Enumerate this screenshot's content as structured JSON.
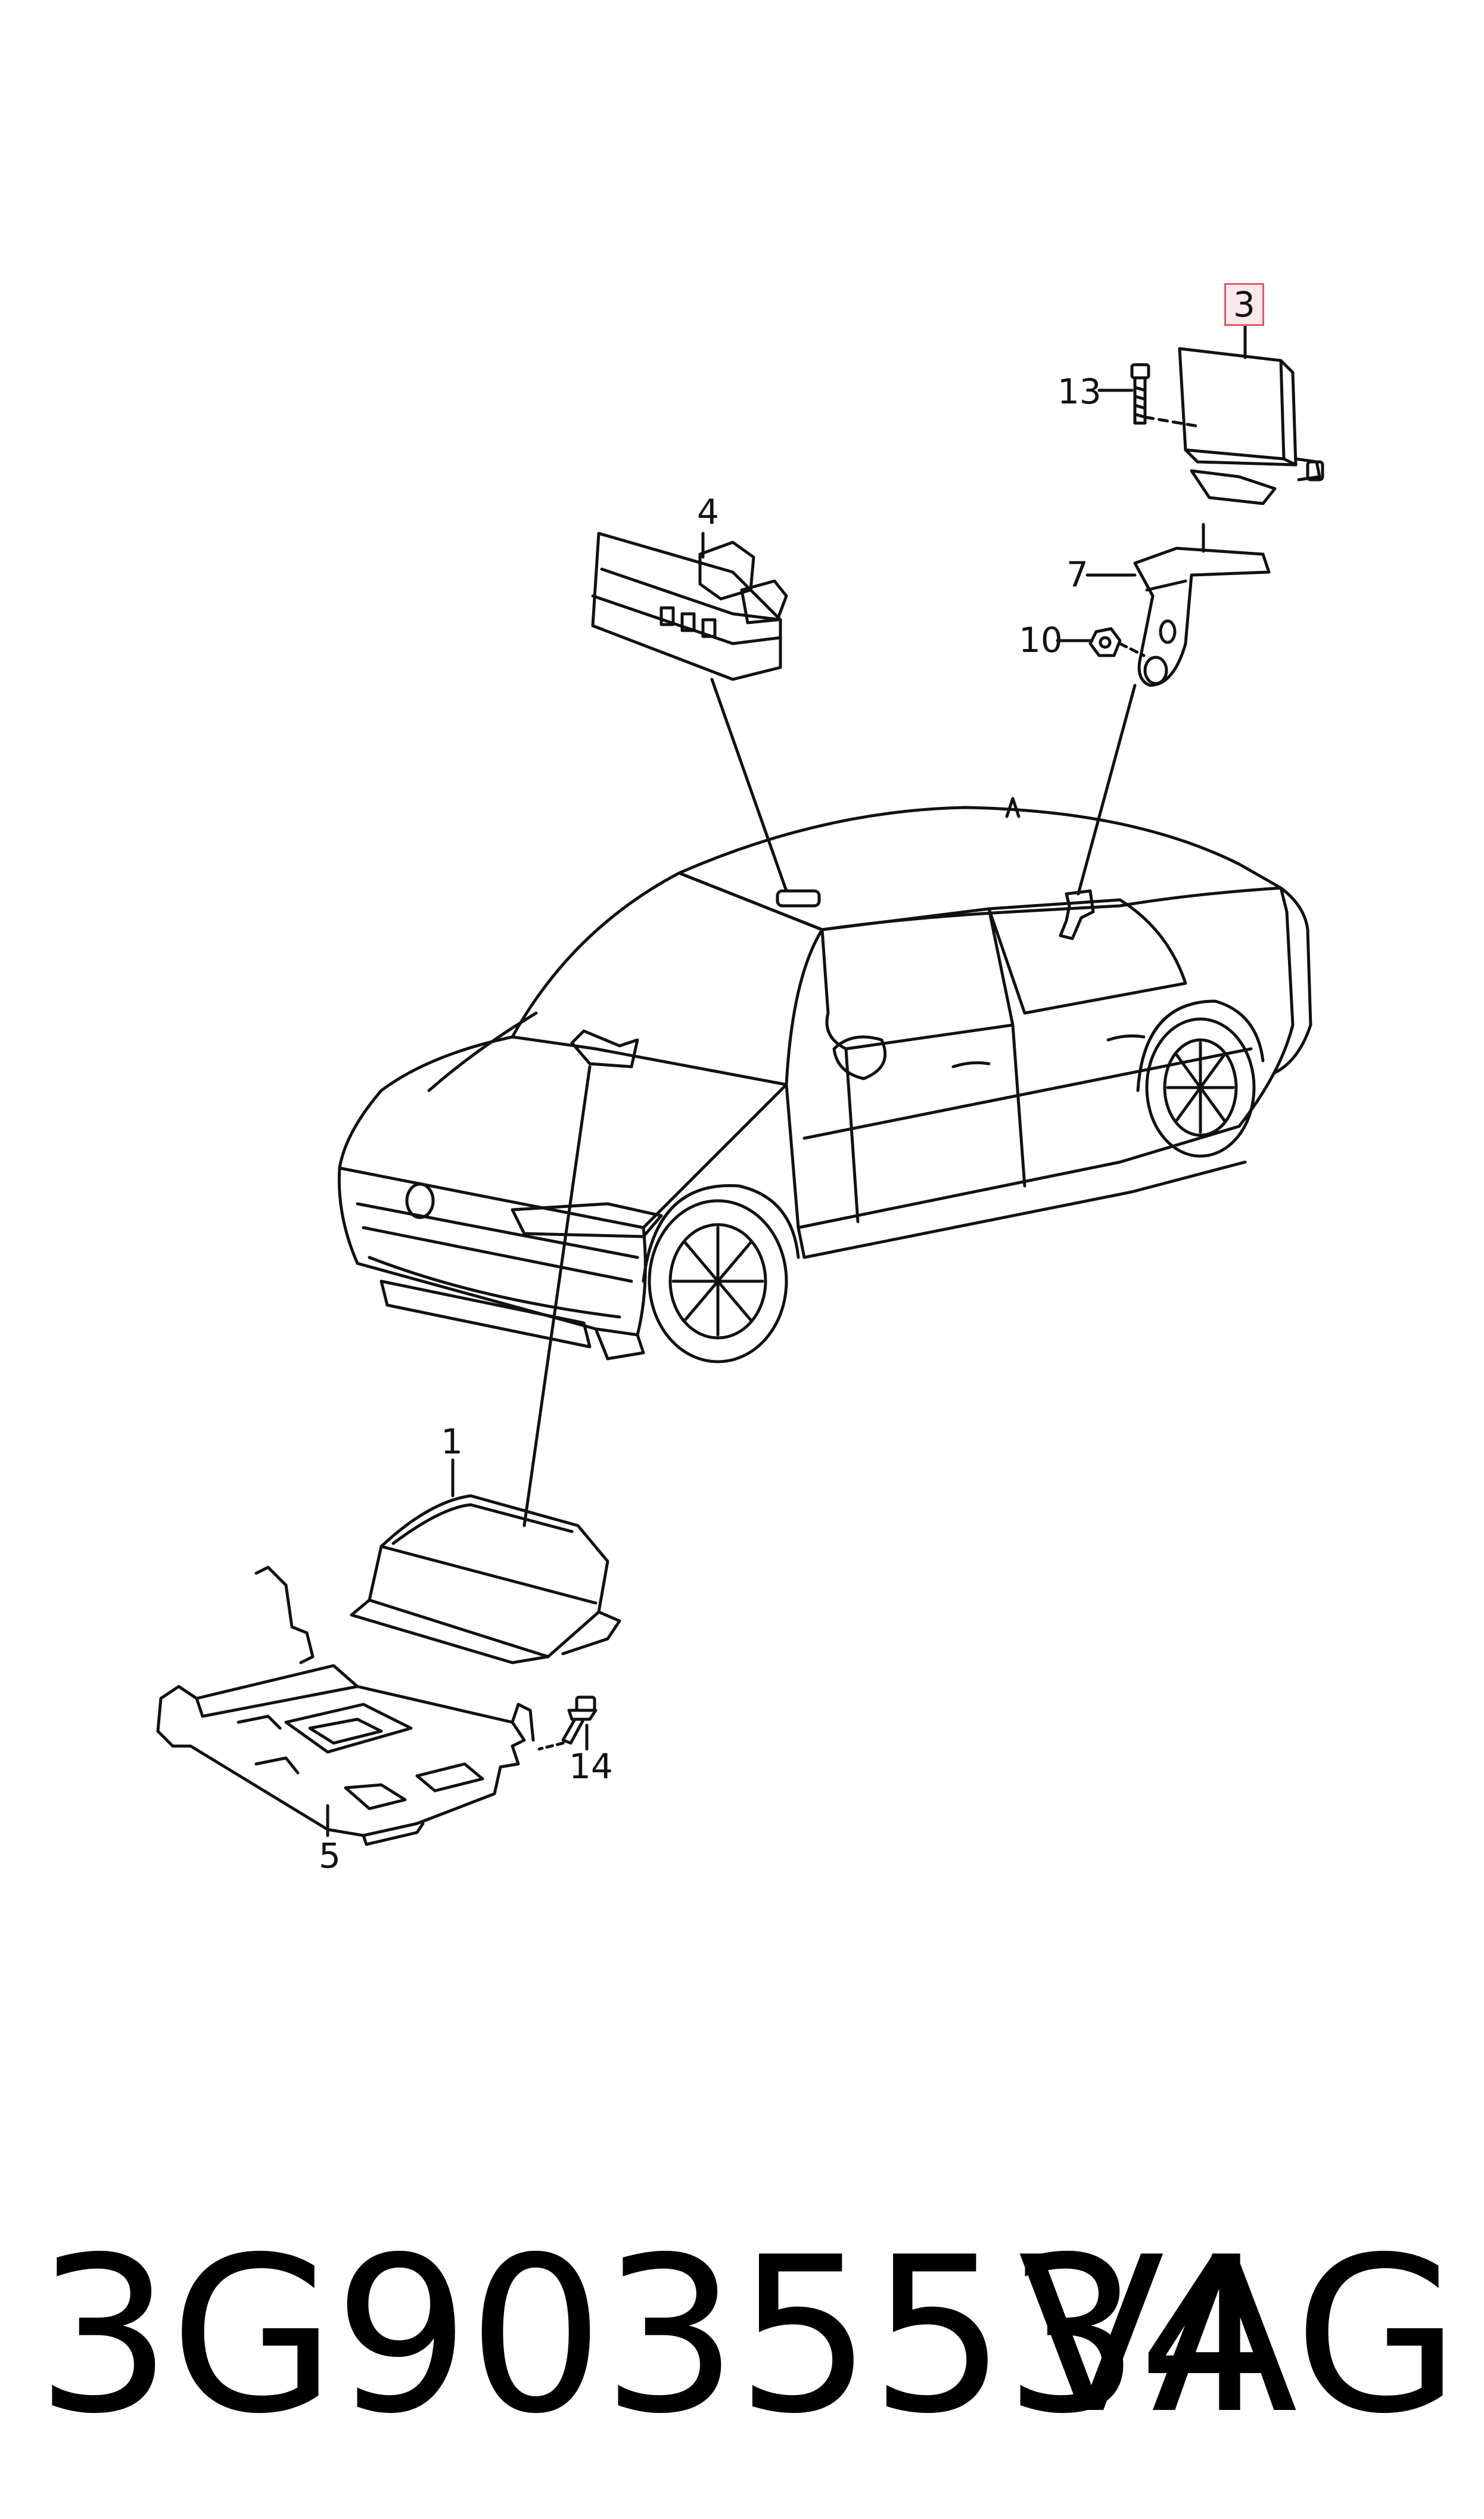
{
  "diagram": {
    "callouts": {
      "c1": "1",
      "c3": "3",
      "c4": "4",
      "c5": "5",
      "c7": "7",
      "c10": "10",
      "c13": "13",
      "c14": "14"
    },
    "highlight_color": "#e05a6a"
  },
  "footer": {
    "part_number": "3G9035534",
    "brand": "VAG"
  }
}
